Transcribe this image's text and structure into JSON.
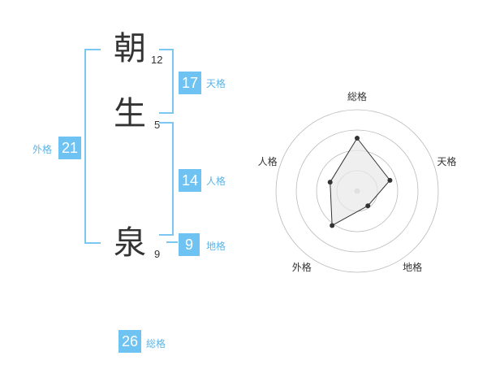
{
  "name": {
    "chars": [
      {
        "char": "朝",
        "strokes": "12"
      },
      {
        "char": "生",
        "strokes": "5"
      },
      {
        "char": "泉",
        "strokes": "9"
      }
    ]
  },
  "kakusu": {
    "tenkaku": {
      "value": "17",
      "label": "天格"
    },
    "jinkaku": {
      "value": "14",
      "label": "人格"
    },
    "chikaku": {
      "value": "9",
      "label": "地格"
    },
    "gaikaku": {
      "value": "21",
      "label": "外格"
    },
    "soukaku": {
      "value": "26",
      "label": "総格"
    }
  },
  "chart_data": {
    "type": "radar",
    "axes": [
      "総格",
      "天格",
      "地格",
      "外格",
      "人格"
    ],
    "values": [
      26,
      17,
      9,
      21,
      14
    ],
    "rings": 4,
    "colors": {
      "line": "#333333",
      "fill": "#e8e8e8",
      "ring": "#bbbbbb",
      "point": "#333333",
      "center": "#cccccc"
    }
  }
}
